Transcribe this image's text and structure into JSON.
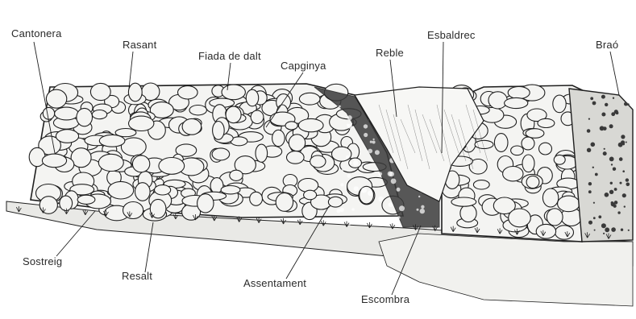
{
  "colors": {
    "paper": "#ffffff",
    "ink": "#1f1f1f",
    "stone_fill": "#f4f4f2",
    "rubble_fill": "#3a3a3a",
    "ground_fill": "#e9e9e6"
  },
  "labels": {
    "cantonera": "Cantonera",
    "rasant": "Rasant",
    "fiada_de_dalt": "Fiada de dalt",
    "capginya": "Capginya",
    "reble": "Reble",
    "esbaldrec": "Esbaldrec",
    "brao": "Braó",
    "sostreig": "Sostreig",
    "resalt": "Resalt",
    "assentament": "Assentament",
    "escombra": "Escombra"
  }
}
